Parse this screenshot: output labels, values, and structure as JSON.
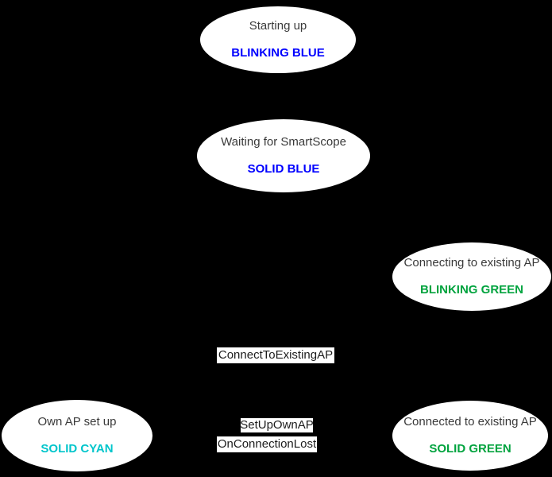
{
  "diagram": {
    "type": "state-diagram",
    "background_color": "#000000",
    "node_fill_color": "#ffffff",
    "node_name_color": "#3a3a3a",
    "nodes": [
      {
        "name": "Starting up",
        "status": "BLINKING BLUE",
        "status_color": "#0000ff"
      },
      {
        "name": "Waiting for SmartScope",
        "status": "SOLID BLUE",
        "status_color": "#0000ff"
      },
      {
        "name": "Connecting to existing AP",
        "status": "BLINKING GREEN",
        "status_color": "#00a33e"
      },
      {
        "name": "Own AP set up",
        "status": "SOLID CYAN",
        "status_color": "#00c5cb"
      },
      {
        "name": "Connected to existing AP",
        "status": "SOLID GREEN",
        "status_color": "#00a33e"
      }
    ],
    "edge_labels": [
      {
        "text": "ConnectToExistingAP"
      },
      {
        "text": "SetUpOwnAP"
      },
      {
        "text": "OnConnectionLost"
      }
    ]
  }
}
